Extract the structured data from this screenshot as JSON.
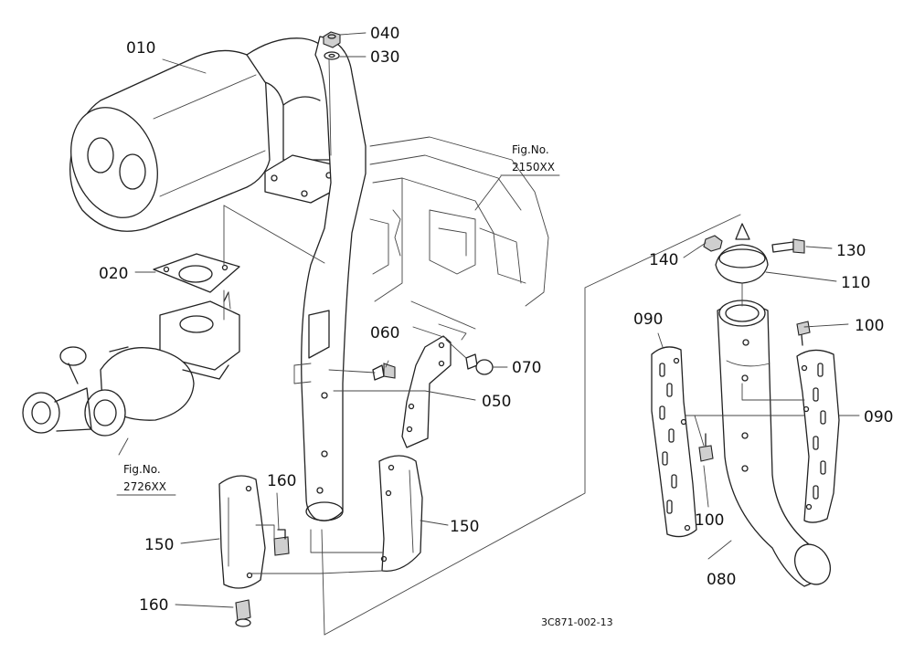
{
  "part_labels": {
    "p010": "010",
    "p020": "020",
    "p030": "030",
    "p040": "040",
    "p050": "050",
    "p060": "060",
    "p070": "070",
    "p080": "080",
    "p090a": "090",
    "p090b": "090",
    "p100a": "100",
    "p100b": "100",
    "p110": "110",
    "p130": "130",
    "p140": "140",
    "p150a": "150",
    "p150b": "150",
    "p160a": "160",
    "p160b": "160"
  },
  "figure_refs": {
    "engine": {
      "prefix": "Fig.No.",
      "number": "2150XX"
    },
    "turbo": {
      "prefix": "Fig.No.",
      "number": "2726XX"
    }
  },
  "diagram_code": "3C871-002-13"
}
